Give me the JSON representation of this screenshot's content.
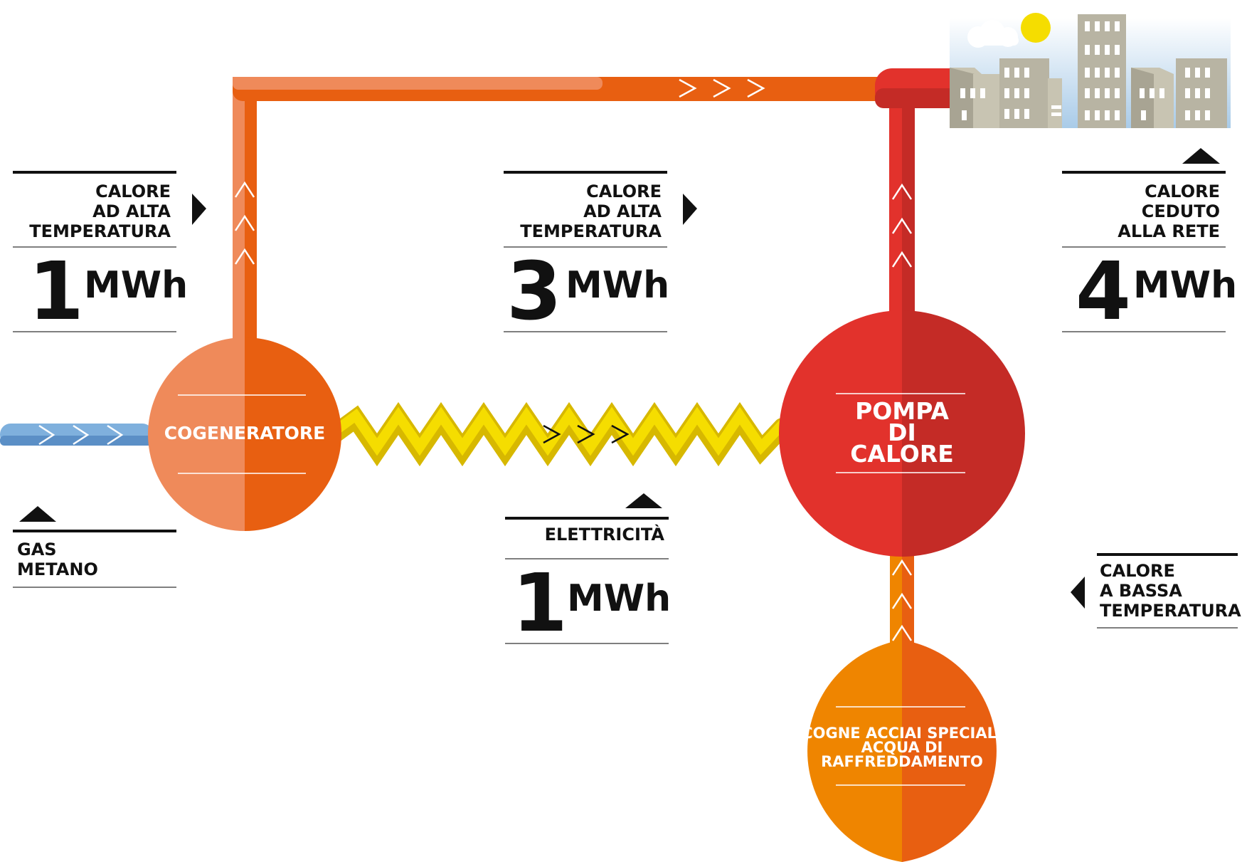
{
  "colors": {
    "gas": "#7fb0dd",
    "gas_dark": "#5b8fc6",
    "hot_light": "#ef8a5a",
    "hot": "#e85f11",
    "heatpump": "#e2322c",
    "heatpump_dark": "#c42b26",
    "steel_light": "#ef8500",
    "steel": "#e85f11",
    "electric": "#f5dd00",
    "electric_dark": "#d7b800"
  },
  "labels": {
    "gas_metano": [
      "GAS",
      "METANO"
    ],
    "calore_alta_1": [
      "CALORE",
      "AD ALTA",
      "TEMPERATURA"
    ],
    "calore_alta_2": [
      "CALORE",
      "AD ALTA",
      "TEMPERATURA"
    ],
    "calore_ceduto": [
      "CALORE",
      "CEDUTO",
      "ALLA RETE"
    ],
    "elettricita": "ELETTRICITÀ",
    "calore_bassa": [
      "CALORE",
      "A BASSA",
      "TEMPERATURA"
    ]
  },
  "values": {
    "heat_cogen": {
      "number": "1",
      "unit": "MWh"
    },
    "heat_pump_in": {
      "number": "3",
      "unit": "MWh"
    },
    "heat_to_grid": {
      "number": "4",
      "unit": "MWh"
    },
    "electricity": {
      "number": "1",
      "unit": "MWh"
    }
  },
  "nodes": {
    "cogeneratore": "COGENERATORE",
    "pompa": [
      "POMPA",
      "DI",
      "CALORE"
    ],
    "cogne": [
      "COGNE ACCIAI SPECIALI",
      "ACQUA DI",
      "RAFFREDDAMENTO"
    ]
  },
  "icons": [
    "arrow-right-icon",
    "arrow-up-icon",
    "arrow-left-icon",
    "flow-chevron-icon",
    "city-buildings-icon",
    "sun-icon",
    "cloud-icon"
  ]
}
